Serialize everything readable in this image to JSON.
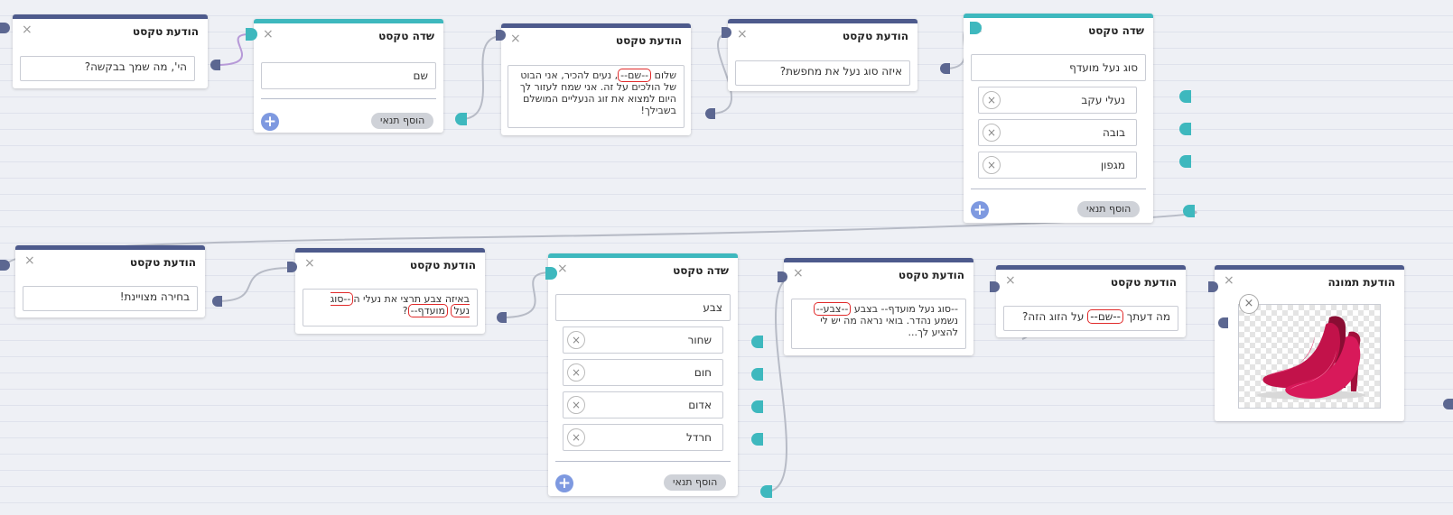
{
  "icons": {
    "close": "×",
    "remove_option": "×",
    "add": "+"
  },
  "nodes": {
    "n1": {
      "title": "הודעת טקסט",
      "text": "הי', מה שמך בבקשה?"
    },
    "n2": {
      "title": "שדה טקסט",
      "value": "שם",
      "add_condition": "הוסף תנאי"
    },
    "n3": {
      "title": "הודעת טקסט",
      "text_a": "שלום ",
      "token": "--שם--",
      "text_b": ", נעים להכיר, אני הבוט של הולכים על זה. אני שמח לעזור לך היום למצוא את זוג הנעליים המושלם בשבילך!"
    },
    "n4": {
      "title": "הודעת טקסט",
      "text": "איזה סוג נעל את מחפשת?"
    },
    "n5": {
      "title": "שדה טקסט",
      "value": "סוג נעל מועדף",
      "options": [
        "נעלי עקב",
        "בובה",
        "מגפון"
      ],
      "add_condition": "הוסף תנאי"
    },
    "n6": {
      "title": "הודעת טקסט",
      "text": "בחירה מצויינת!"
    },
    "n7": {
      "title": "הודעת טקסט",
      "text_a": "באיזה צבע תרצי את נעלי ה",
      "token_a": "--סוג נעל",
      "token_b": "מועדף--",
      "text_b": "?"
    },
    "n8": {
      "title": "שדה טקסט",
      "value": "צבע",
      "options": [
        "שחור",
        "חום",
        "אדום",
        "חרדל"
      ],
      "add_condition": "הוסף תנאי"
    },
    "n9": {
      "title": "הודעת טקסט",
      "text_a": "--סוג נעל מועדף-- בצבע ",
      "token": "--צבע--",
      "text_b": " נשמע נהדר. בואי נראה מה יש לי להציע לך..."
    },
    "n10": {
      "title": "הודעת טקסט",
      "text_a": "מה דעתך ",
      "token": "--שם--",
      "text_b": " על הזוג הזה?"
    },
    "n11": {
      "title": "הודעת תמונה"
    }
  },
  "colors": {
    "teal": "#3eb8be",
    "navy": "#4d5a8c",
    "wire": "#b7bbc6",
    "wire_selected": "#b79ad8",
    "token_outline": "#e02a2a",
    "add_button": "#7e99e0"
  }
}
